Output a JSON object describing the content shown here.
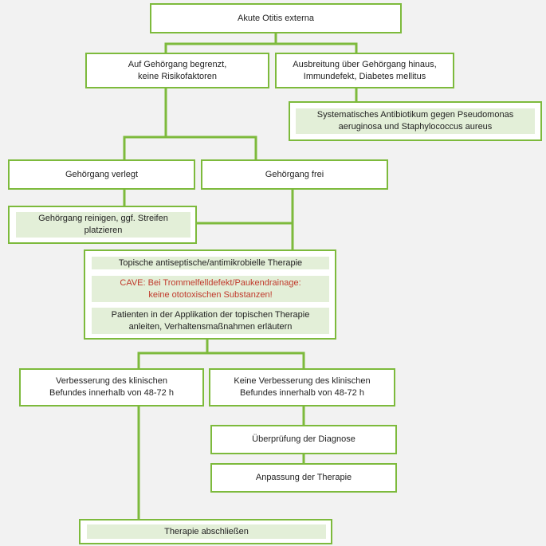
{
  "nodes": {
    "root": "Akute Otitis externa",
    "limited": [
      "Auf Gehörgang begrenzt,",
      "keine Risikofaktoren"
    ],
    "spread": [
      "Ausbreitung über Gehörgang hinaus,",
      "Immundefekt, Diabetes mellitus"
    ],
    "antibiotic": [
      "Systematisches Antibiotikum gegen Pseudomonas",
      "aeruginosa und Staphylococcus aureus"
    ],
    "canal_blocked": "Gehörgang verlegt",
    "canal_free": "Gehörgang frei",
    "clean_canal": [
      "Gehörgang reinigen, ggf. Streifen",
      "platzieren"
    ],
    "topical": "Topische antiseptische/antimikrobielle Therapie",
    "caution": [
      "CAVE: Bei Trommelfelldefekt/Paukendrainage:",
      "keine ototoxischen Substanzen!"
    ],
    "instruct": [
      "Patienten in der Applikation der topischen Therapie",
      "anleiten, Verhaltensmaßnahmen erläutern"
    ],
    "improved": [
      "Verbesserung des klinischen",
      "Befundes innerhalb von 48-72 h"
    ],
    "not_improved": [
      "Keine Verbesserung des klinischen",
      "Befundes innerhalb von 48-72 h"
    ],
    "review": "Überprüfung der Diagnose",
    "adjust": "Anpassung der Therapie",
    "finish": "Therapie abschließen"
  },
  "colors": {
    "border": "#7dba3c",
    "connector": "#7dba3c",
    "inner_fill": "#e3efd8",
    "caution_text": "#c0392b",
    "background": "#f2f2f2"
  }
}
